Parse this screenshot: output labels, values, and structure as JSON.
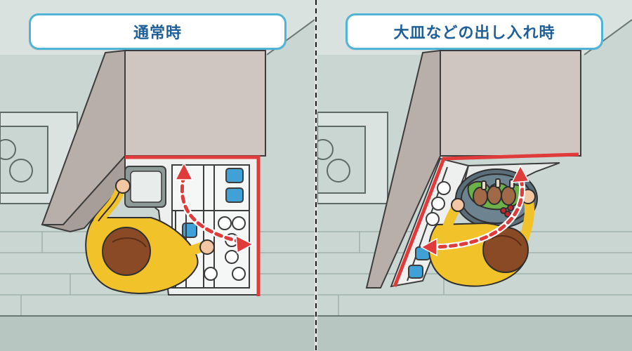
{
  "panels": {
    "normal": {
      "title": "通常時"
    },
    "large_dish": {
      "title": "大皿などの出し入れ時"
    }
  },
  "colors": {
    "title_text": "#1f5f98",
    "title_border": "#4fb4d6",
    "motion_arrow": "#e03b3b",
    "cabinet": "#cfc5c1",
    "wall": "#c7d4d0",
    "shirt": "#f2c22a",
    "hair": "#8a4a26",
    "container_blue": "#3fa1d6"
  },
  "icons": {
    "rotation_arrow": "curved-double-arrow-icon",
    "divider": "dashed-line"
  }
}
